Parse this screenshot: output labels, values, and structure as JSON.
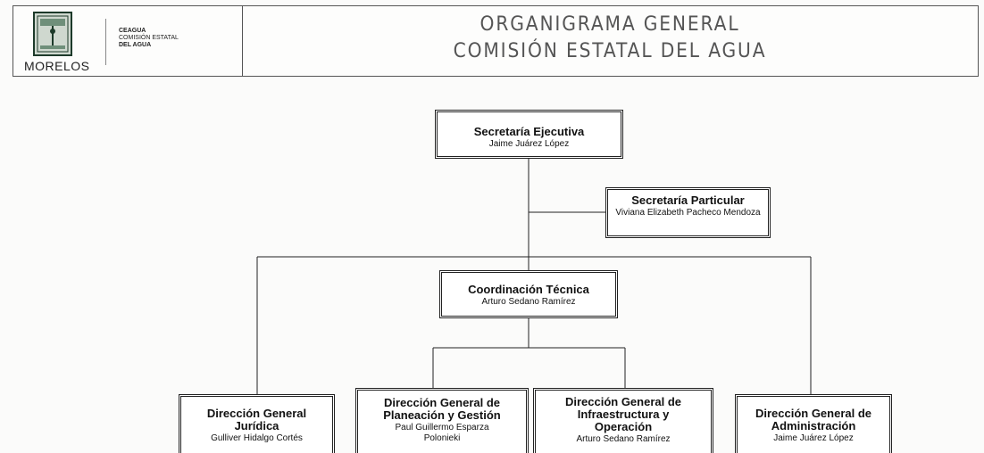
{
  "header": {
    "logo": {
      "state": "MORELOS",
      "agency_lines": [
        "CEAGUA",
        "COMISIÓN ESTATAL",
        "DEL AGUA"
      ]
    },
    "title_line1": "ORGANIGRAMA GENERAL",
    "title_line2": "COMISIÓN ESTATAL DEL AGUA"
  },
  "org": {
    "secretaria_ejecutiva": {
      "title": "Secretaría Ejecutiva",
      "name": "Jaime Juárez López"
    },
    "secretaria_particular": {
      "title": "Secretaría Particular",
      "name": "Viviana Elizabeth Pacheco Mendoza"
    },
    "coordinacion_tecnica": {
      "title": "Coordinación Técnica",
      "name": "Arturo Sedano Ramírez"
    },
    "juridica": {
      "title": "Dirección General Jurídica",
      "name": "Gulliver Hidalgo Cortés"
    },
    "planeacion": {
      "title": "Dirección General de Planeación y Gestión",
      "name": "Paul Guillermo Esparza Polonieki"
    },
    "infraestructura": {
      "title": "Dirección General de Infraestructura y Operación",
      "name": "Arturo Sedano Ramírez"
    },
    "administracion": {
      "title": "Dirección General de Administración",
      "name": "Jaime Juárez López"
    }
  }
}
